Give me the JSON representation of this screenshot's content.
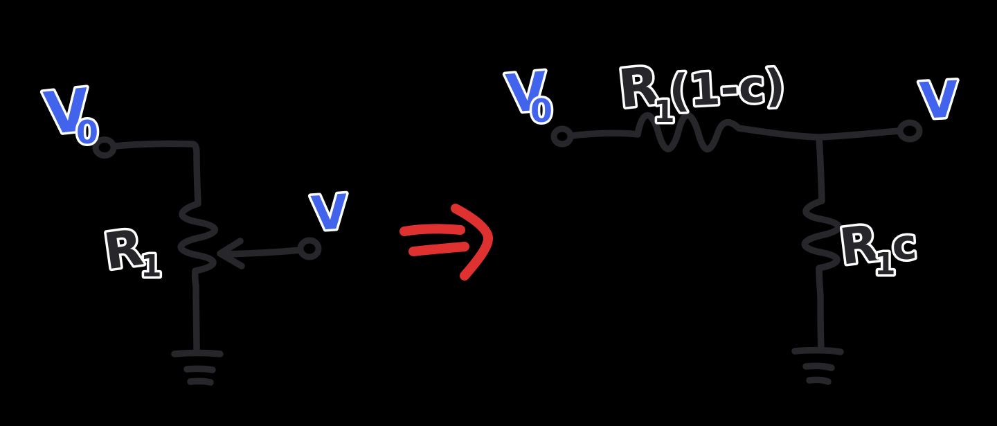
{
  "colors": {
    "background": "#000000",
    "stroke": "#26262b",
    "label": "#26262b",
    "halo": "#ffffff",
    "blue": "#4263eb",
    "red": "#e03131"
  },
  "left_circuit": {
    "input_label": {
      "text": "V",
      "sub": "0"
    },
    "resistor_label": {
      "text": "R",
      "sub": "1"
    },
    "wiper_label": {
      "text": "V"
    }
  },
  "right_circuit": {
    "input_label": {
      "text": "V",
      "sub": "0"
    },
    "series_resistor_label": {
      "text": "R",
      "sub": "1",
      "suffix": "(1-c)"
    },
    "shunt_resistor_label": {
      "text": "R",
      "sub": "1",
      "suffix": "c"
    },
    "output_label": {
      "text": "V"
    }
  }
}
